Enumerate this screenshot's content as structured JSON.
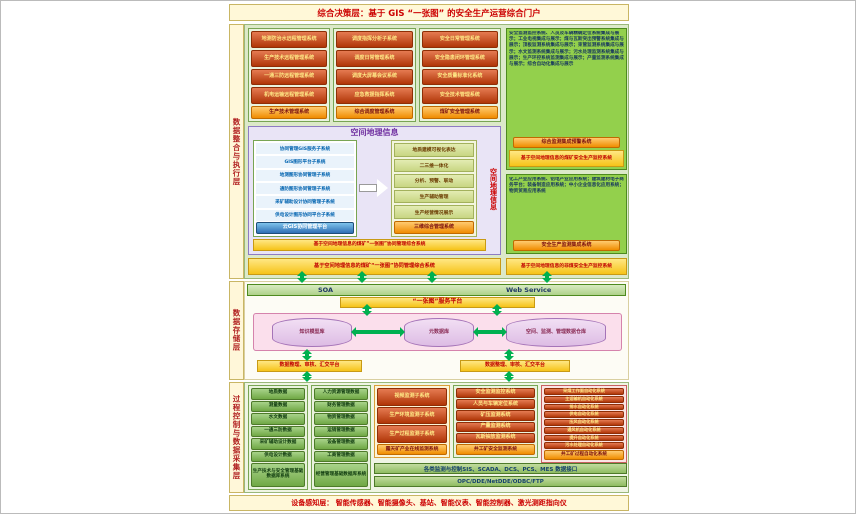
{
  "banners": {
    "top": "综合决策层：基于 GIS “一张图” 的安全生产运营综合门户",
    "bottom": "设备感知层： 智能传感器、智能摄像头、基站、智能仪表、智能控制器、激光测距指向仪"
  },
  "layer_labels": {
    "integration": "数据整合与执行层",
    "storage": "数据存储层",
    "process": "过程控制与数据采集层"
  },
  "integration": {
    "remote_group": {
      "items": [
        "地测防治水远程管理系统",
        "生产技术远程管理系统",
        "一通三防远程管理系统",
        "机电运输远程管理系统"
      ],
      "footer": "生产技术管理系统"
    },
    "dispatch_group": {
      "items": [
        "调度指挥分析子系统",
        "调度日常管理系统",
        "调度大屏幕会议系统",
        "应急救援指挥系统"
      ],
      "footer": "综合调度管理系统"
    },
    "safety_group": {
      "items": [
        "安全日常管理系统",
        "安全隐患闭环管理系统",
        "安全质量标准化系统",
        "安全技术管理系统"
      ],
      "footer": "煤矿安全管理系统"
    },
    "gis": {
      "title": "空间地理信息",
      "left_items": [
        "协同管理GIS服务子系统",
        "GIS图形平台子系统",
        "地测图形协同管理子系统",
        "通防图形协同管理子系统",
        "采矿辅助设计协同管理子系统",
        "供电设计图形协同平台子系统"
      ],
      "left_footer": "云GIS协同管理平台",
      "right_items": [
        "地质建模可视化表达",
        "二三维一体化",
        "分析、预警、联动",
        "生产辅助管理",
        "生产经营情况展示"
      ],
      "right_footer": "三维综合管理系统",
      "side_label": "空间地理信息",
      "caption": "基于空间地理信息的煤矿“一张图”协同管理综合系统"
    },
    "caption": "基于空间地理信息的煤矿“一张图”协同管理综合系统",
    "monitor_box": {
      "text": "安全监测监控系统、人员及车辆精确定位系统集成与展示；工业电视集成与展示；煤与瓦斯突出预警系统集成与展示；顶板监测系统集成与展示；束管监测系统集成与展示；水文监测系统集成与展示；污水处理监测系统集成与展示；生产环控系统监测集成与展示；产量监测系统集成与展示；综合自动化集成与展示",
      "footer": "综合监测集成预警系统",
      "caption": "基于空间地理信息的煤矿安全生产监控系统"
    },
    "industry_box": {
      "text": "化工产业应用系统、铝电产业应用系统；建筑建材电子商务平台；装备制造应用系统；中小企业信息化应用系统；物资贸易应用系统",
      "footer": "安全生产监测集成系统",
      "caption": "基于空间地理信息的非煤安全生产监控系统"
    }
  },
  "storage": {
    "soa": "SOA",
    "web_service": "Web Service",
    "platform": "“一张图”服务平台",
    "databases": [
      "知识模型库",
      "元数据库",
      "空间、监测、管理数据仓库"
    ],
    "platforms": [
      "数据整理、审核、汇交平台",
      "数据整理、审核、汇交平台"
    ]
  },
  "process": {
    "boxes": [
      {
        "items": [
          "地质数据",
          "测量数据",
          "水文数据",
          "一通三防数据",
          "采矿辅助设计数据",
          "供电设计数据"
        ],
        "footer": "生产技术与安全管理基础数据库系统"
      },
      {
        "items": [
          "人力资源管理数据",
          "财务管理数据",
          "物资管理数据",
          "运销管理数据",
          "设备管理数据",
          "工商管理数据"
        ],
        "footer": "经营管理基础数据库系统"
      },
      {
        "items": [
          "视频监测子系统",
          "生产环境监测子系统",
          "生产过程监测子系统"
        ],
        "footer": "露天矿产业在线监测系统"
      },
      {
        "items": [
          "安全监测监控系统",
          "人员与车辆定位系统",
          "矿压监测系统",
          "产量监测系统",
          "瓦斯抽放监测系统"
        ],
        "footer": "井工矿安全监测系统"
      },
      {
        "items": [
          "采煤工作面自动化系统",
          "主运输机自动化系统",
          "排水自动化系统",
          "供电自动化系统",
          "压风自动化系统",
          "通风机自动化系统",
          "提升自动化系统",
          "污水处理自动化系统"
        ],
        "footer": "井工矿过程自动化系统"
      }
    ],
    "interface": {
      "line1": "各类监测与控制SIS、SCADA、DCS、PCS、MES 数据接口",
      "line2": "OPC/DDE/NetDDE/ODBC/FTP"
    }
  }
}
